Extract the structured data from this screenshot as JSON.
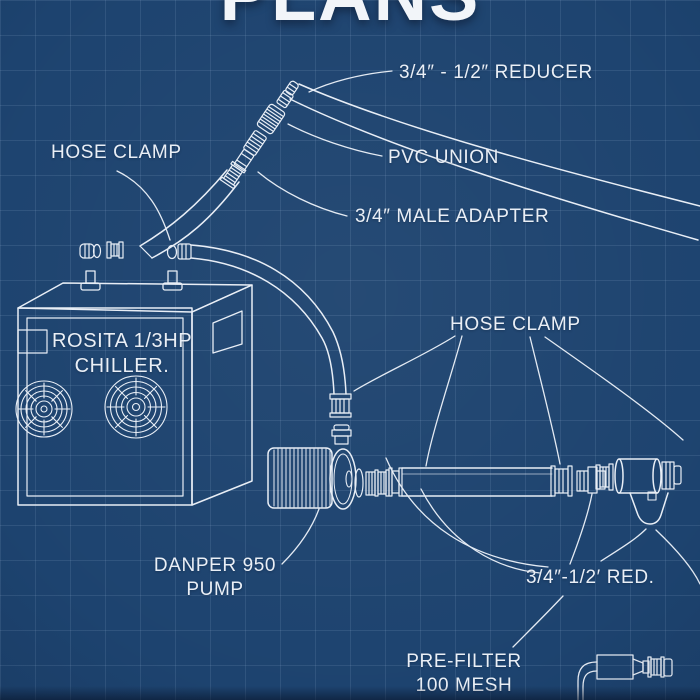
{
  "title": "PLANS",
  "theme": {
    "background": "#1d436f",
    "grid_line": "#96b4d7",
    "line_color": "#e8eef6",
    "text_color": "#eaeff6"
  },
  "labels": {
    "reducer": "3/4″ - 1/2″ REDUCER",
    "hose_clamp_left": "HOSE CLAMP",
    "pvc_union": "PVC UNION",
    "male_adapter": "3/4″ MALE ADAPTER",
    "hose_clamp_right": "HOSE CLAMP",
    "reducer_small": "3/4″-1/2′ RED.",
    "chiller": {
      "line1": "ROSITA 1/3HP",
      "line2": "CHILLER."
    },
    "pump": {
      "line1": "DANPER 950",
      "line2": "PUMP"
    },
    "prefilter": {
      "line1": "PRE-FILTER",
      "line2": "100 MESH"
    }
  }
}
